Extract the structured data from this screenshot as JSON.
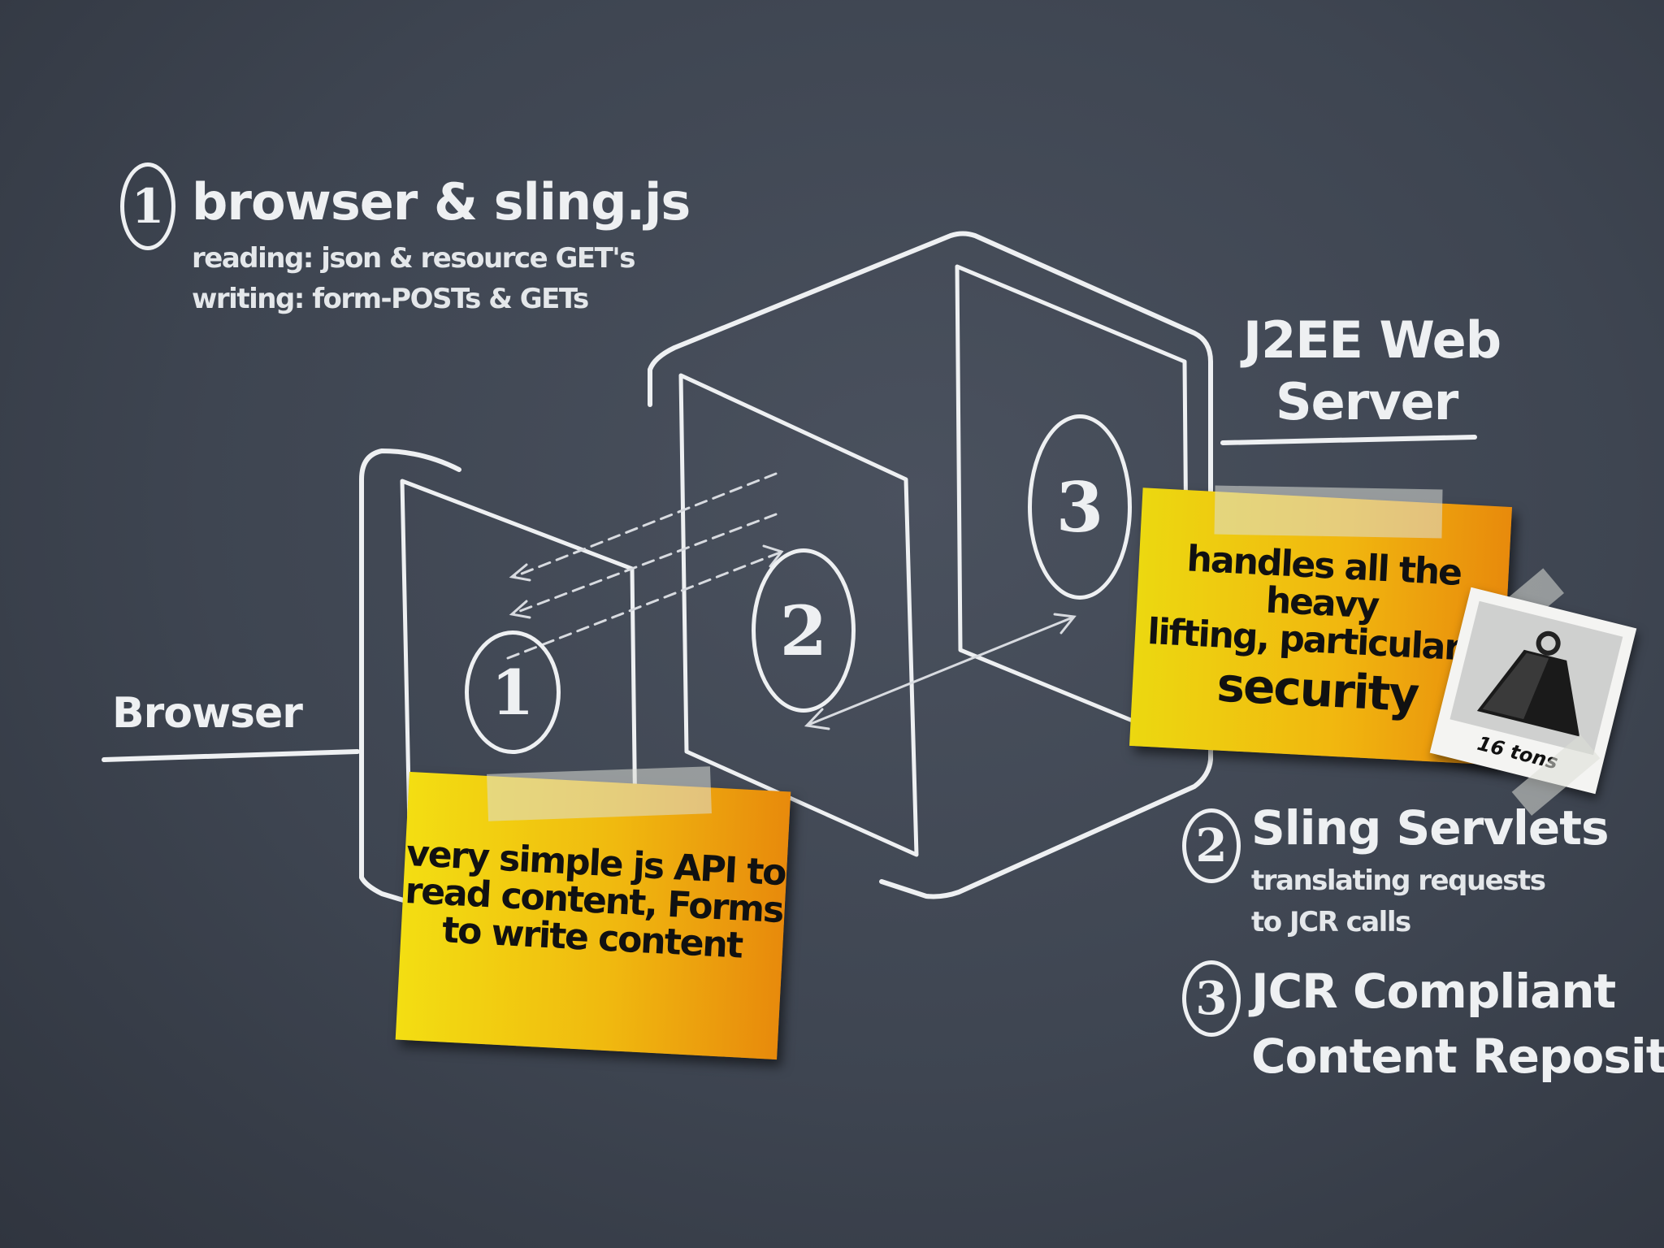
{
  "legend": {
    "item1": {
      "number": "1",
      "title": "browser & sling.js",
      "lines": [
        "reading: json & resource GET's",
        "writing: form-POSTs & GETs"
      ]
    },
    "item2": {
      "number": "2",
      "title": "Sling Servlets",
      "lines": [
        "translating requests",
        "to JCR calls"
      ]
    },
    "item3": {
      "number": "3",
      "title": "JCR Compliant",
      "lines": [
        "Content Repository"
      ]
    }
  },
  "labels": {
    "server": [
      "J2EE Web",
      "Server"
    ],
    "browser": "Browser"
  },
  "layers": {
    "one": "1",
    "two": "2",
    "three": "3"
  },
  "notes": {
    "browser_note": [
      "very simple js API to",
      "read content, Forms",
      "to write content"
    ],
    "server_note": [
      "handles all the heavy",
      "lifting, particularly",
      "security"
    ]
  },
  "polaroid": {
    "caption": "16 tons"
  },
  "colors": {
    "chalkboard": "#3e4551",
    "chalk": "#eef0f2",
    "sticky_start": "#f3de12",
    "sticky_end": "#e88a0c"
  },
  "icons": {
    "weight": "weight-icon"
  }
}
